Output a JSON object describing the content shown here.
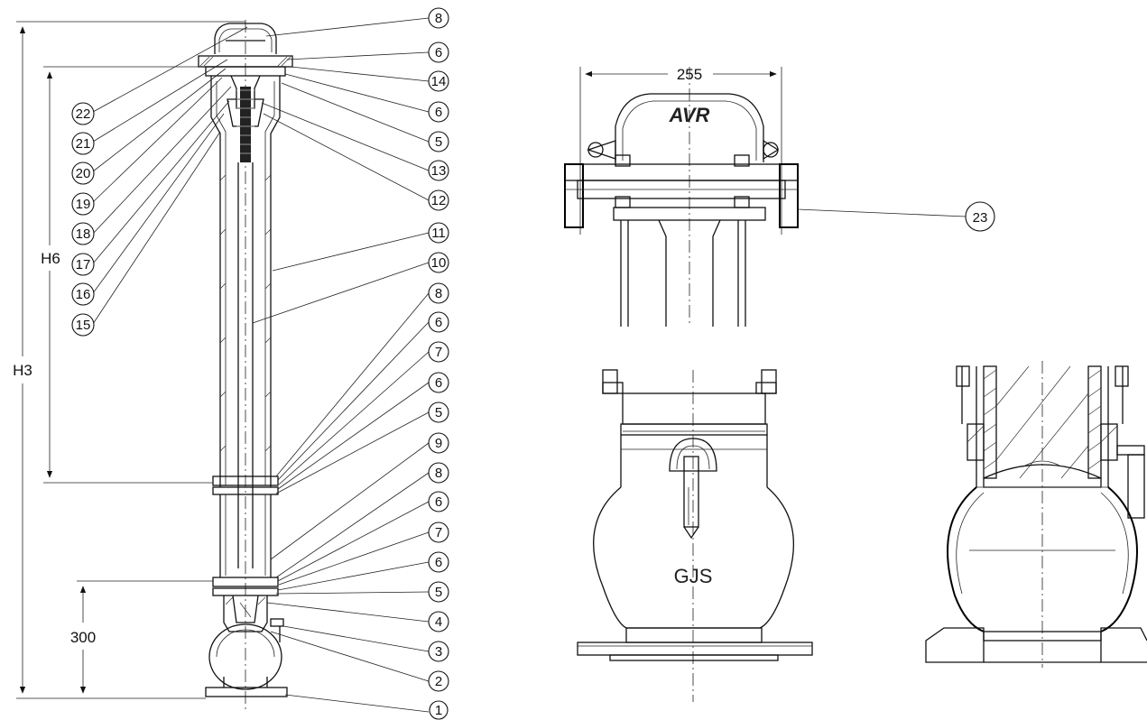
{
  "dimensions": {
    "h3": "H3",
    "h6": "H6",
    "height_300": "300",
    "width_255": "255"
  },
  "part_numbers": {
    "right_column": [
      "8",
      "6",
      "14",
      "6",
      "5",
      "13",
      "12",
      "11",
      "10",
      "8",
      "6",
      "7",
      "6",
      "5",
      "9",
      "8",
      "6",
      "7",
      "6",
      "5",
      "4",
      "3",
      "2",
      "1"
    ],
    "left_column": [
      "22",
      "21",
      "20",
      "19",
      "18",
      "17",
      "16",
      "15"
    ],
    "detail": "23"
  },
  "markings": {
    "cap_logo": "AVR",
    "body_text": "GJS"
  }
}
